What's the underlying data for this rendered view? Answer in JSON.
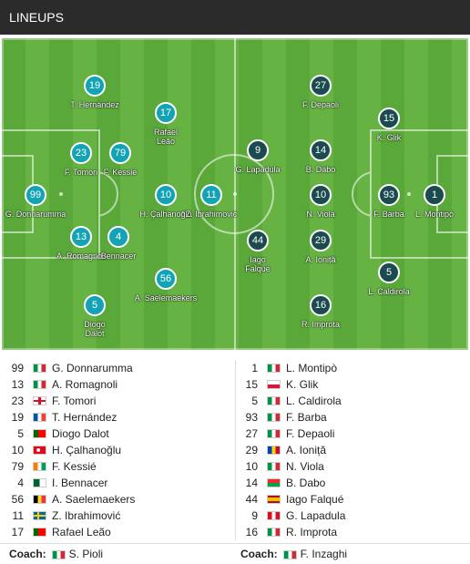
{
  "header": {
    "title": "LINEUPS"
  },
  "home": {
    "players": [
      {
        "number": "99",
        "name": "G. Donnarumma",
        "flag": "italy",
        "pitch_name": "G. Donnarumma"
      },
      {
        "number": "13",
        "name": "A. Romagnoli",
        "flag": "italy",
        "pitch_name": "A. Romagnoli"
      },
      {
        "number": "23",
        "name": "F. Tomori",
        "flag": "england",
        "pitch_name": "F. Tomori"
      },
      {
        "number": "19",
        "name": "T. Hernández",
        "flag": "france",
        "pitch_name": "T. Hernández"
      },
      {
        "number": "5",
        "name": "Diogo Dalot",
        "flag": "portugal",
        "pitch_name": "Diogo Dalot"
      },
      {
        "number": "10",
        "name": "H. Çalhanoğlu",
        "flag": "turkey",
        "pitch_name": "H. Çalhanoğlu"
      },
      {
        "number": "79",
        "name": "F. Kessié",
        "flag": "ivory-coast",
        "pitch_name": "F. Kessié"
      },
      {
        "number": "4",
        "name": "I. Bennacer",
        "flag": "algeria",
        "pitch_name": "Bennacer"
      },
      {
        "number": "56",
        "name": "A. Saelemaekers",
        "flag": "belgium",
        "pitch_name": "A. Saelemaekers"
      },
      {
        "number": "11",
        "name": "Z. Ibrahimović",
        "flag": "sweden",
        "pitch_name": "Z. Ibrahimović"
      },
      {
        "number": "17",
        "name": "Rafael Leão",
        "flag": "portugal",
        "pitch_name": "Rafael Leão"
      }
    ],
    "coach": {
      "label": "Coach:",
      "name": "S. Pioli",
      "flag": "italy"
    }
  },
  "away": {
    "players": [
      {
        "number": "1",
        "name": "L. Montipò",
        "flag": "italy",
        "pitch_name": "L. Montipò"
      },
      {
        "number": "15",
        "name": "K. Glik",
        "flag": "poland",
        "pitch_name": "K. Glik"
      },
      {
        "number": "5",
        "name": "L. Caldirola",
        "flag": "italy",
        "pitch_name": "L. Caldirola"
      },
      {
        "number": "93",
        "name": "F. Barba",
        "flag": "italy",
        "pitch_name": "F. Barba"
      },
      {
        "number": "27",
        "name": "F. Depaoli",
        "flag": "italy",
        "pitch_name": "F. Depaoli"
      },
      {
        "number": "29",
        "name": "A. Ioniță",
        "flag": "moldova",
        "pitch_name": "A. Ioniță"
      },
      {
        "number": "10",
        "name": "N. Viola",
        "flag": "italy",
        "pitch_name": "N. Viola"
      },
      {
        "number": "14",
        "name": "B. Dabo",
        "flag": "burkina-faso",
        "pitch_name": "B. Dabo"
      },
      {
        "number": "44",
        "name": "Iago Falqué",
        "flag": "spain",
        "pitch_name": "Iago Falqué"
      },
      {
        "number": "9",
        "name": "G. Lapadula",
        "flag": "peru",
        "pitch_name": "G. Lapadula"
      },
      {
        "number": "16",
        "name": "R. Improta",
        "flag": "italy",
        "pitch_name": "R. Improta"
      }
    ],
    "coach": {
      "label": "Coach:",
      "name": "F. Inzaghi",
      "flag": "italy"
    }
  },
  "colors": {
    "home": "#13a3b5",
    "away": "#1b4a4f",
    "pitch": "#5aa83a"
  }
}
